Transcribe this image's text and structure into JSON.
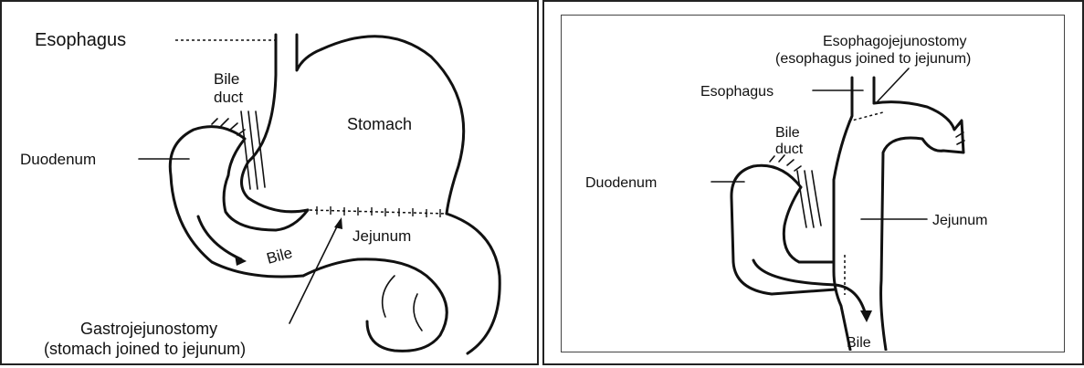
{
  "left_diagram": {
    "esophagus": "Esophagus",
    "bile_duct_line1": "Bile",
    "bile_duct_line2": "duct",
    "stomach": "Stomach",
    "duodenum": "Duodenum",
    "jejunum": "Jejunum",
    "bile": "Bile",
    "gastrojejunostomy_line1": "Gastrojejunostomy",
    "gastrojejunostomy_line2": "(stomach joined to jejunum)"
  },
  "right_diagram": {
    "esophagojejunostomy_line1": "Esophagojejunostomy",
    "esophagojejunostomy_line2": "(esophagus joined to jejunum)",
    "esophagus": "Esophagus",
    "bile_duct_line1": "Bile",
    "bile_duct_line2": "duct",
    "duodenum": "Duodenum",
    "jejunum": "Jejunum",
    "bile": "Bile"
  }
}
